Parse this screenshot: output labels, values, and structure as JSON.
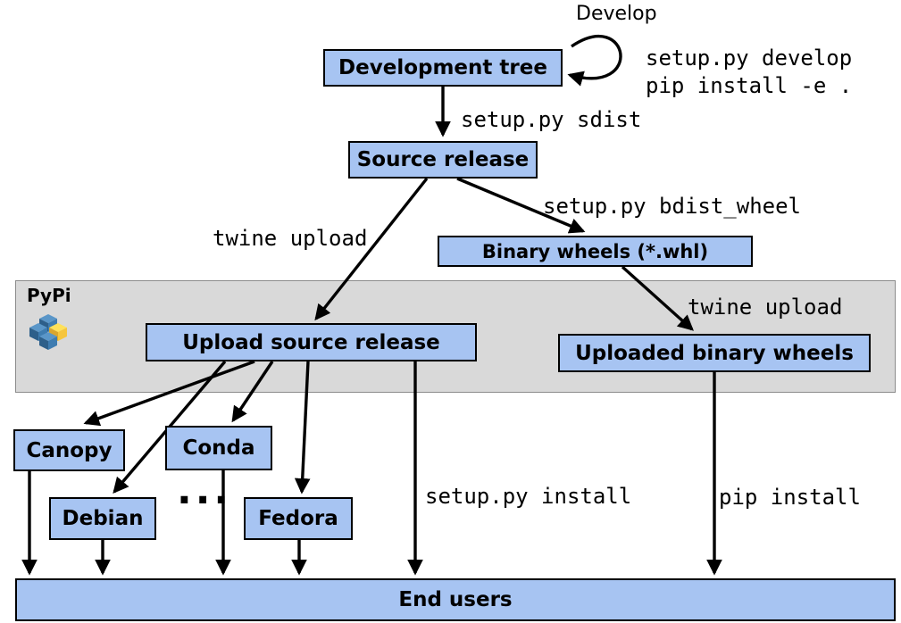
{
  "nodes": {
    "development_tree": "Development tree",
    "source_release": "Source release",
    "binary_wheels": "Binary wheels (*.whl)",
    "upload_source_release": "Upload source release",
    "uploaded_binary_wheels": "Uploaded binary wheels",
    "canopy": "Canopy",
    "conda": "Conda",
    "debian": "Debian",
    "fedora": "Fedora",
    "end_users": "End users",
    "ellipsis": "..."
  },
  "band": {
    "label": "PyPi",
    "logo_icon": "pypi-cubes-logo"
  },
  "edge_labels": {
    "develop": "Develop",
    "develop_commands": "setup.py develop\npip install -e .",
    "sdist": "setup.py sdist",
    "bdist_wheel": "setup.py bdist_wheel",
    "twine_upload_source": "twine upload",
    "twine_upload_wheels": "twine upload",
    "setup_py_install": "setup.py install",
    "pip_install": "pip install"
  },
  "colors": {
    "node_fill": "#a7c4f2",
    "node_border": "#000000",
    "band_fill": "#d9d9d9",
    "band_border": "#8c8c8c",
    "arrow": "#000000",
    "pypi_blue_dark": "#2d5f8a",
    "pypi_blue": "#3e7cb0",
    "pypi_blue_light": "#5a96c8",
    "pypi_yellow": "#f6c53c",
    "pypi_yellow_light": "#ffe15a",
    "pypi_yellow_dark": "#d9a62e"
  }
}
